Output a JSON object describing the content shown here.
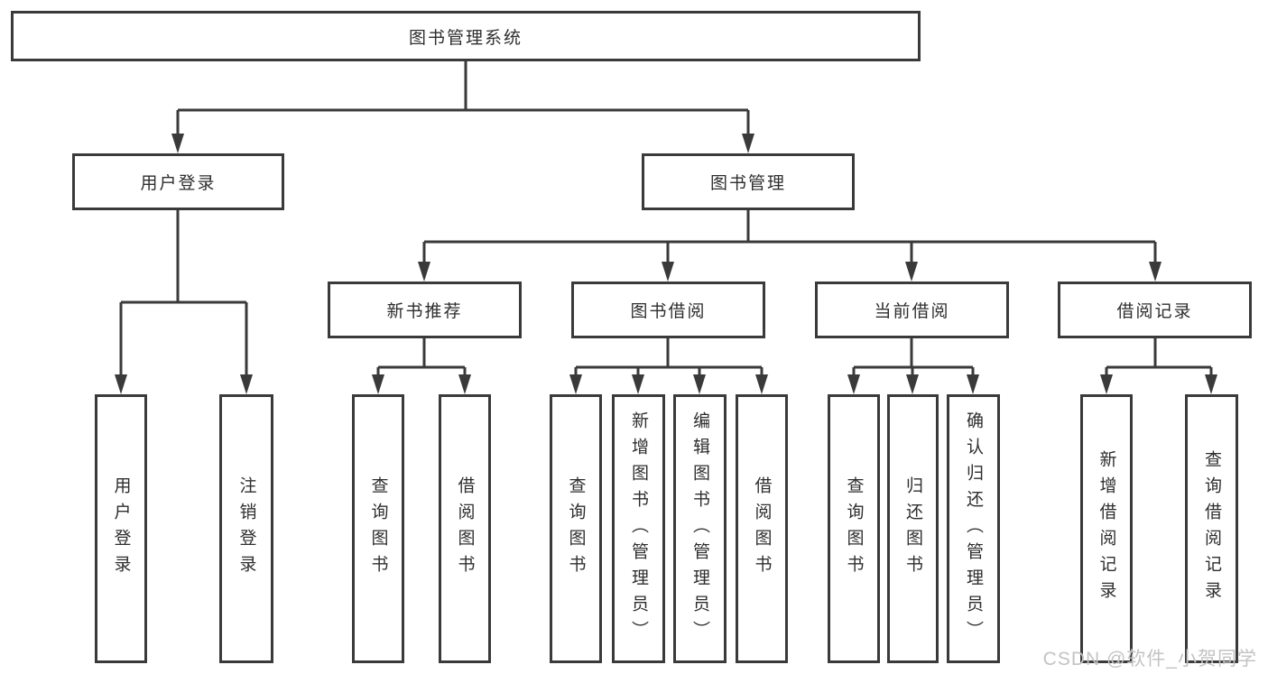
{
  "tree": {
    "root": {
      "label": "图书管理系统"
    },
    "children": [
      {
        "label": "用户登录",
        "children": [
          {
            "label": "用户登录"
          },
          {
            "label": "注销登录"
          }
        ]
      },
      {
        "label": "图书管理",
        "children": [
          {
            "label": "新书推荐",
            "children": [
              {
                "label": "查询图书"
              },
              {
                "label": "借阅图书"
              }
            ]
          },
          {
            "label": "图书借阅",
            "children": [
              {
                "label": "查询图书"
              },
              {
                "label": "新增图书（管理员）"
              },
              {
                "label": "编辑图书（管理员）"
              },
              {
                "label": "借阅图书"
              }
            ]
          },
          {
            "label": "当前借阅",
            "children": [
              {
                "label": "查询图书"
              },
              {
                "label": "归还图书"
              },
              {
                "label": "确认归还（管理员）"
              }
            ]
          },
          {
            "label": "借阅记录",
            "children": [
              {
                "label": "新增借阅记录"
              },
              {
                "label": "查询借阅记录"
              }
            ]
          }
        ]
      }
    ]
  },
  "watermark": {
    "text": "CSDN @软件_小贺同学"
  },
  "colors": {
    "line": "#3a3a3a",
    "text": "#2e2e2e",
    "background": "#ffffff",
    "watermark": "#c3c3c3"
  }
}
